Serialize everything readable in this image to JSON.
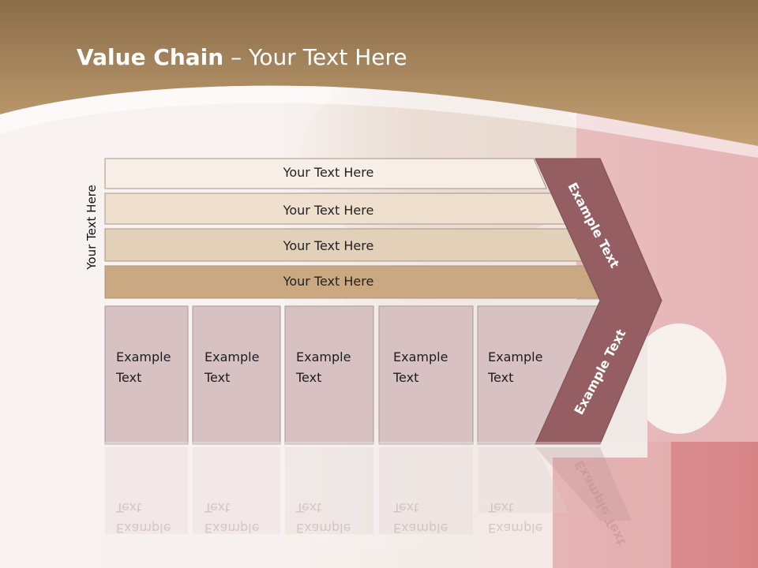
{
  "slide": {
    "title_bold": "Value Chain",
    "title_rest": " – Your Text Here",
    "side_label": "Your Text Here"
  },
  "support_bars": [
    {
      "label": "Your Text Here"
    },
    {
      "label": "Your Text Here"
    },
    {
      "label": "Your Text Here"
    },
    {
      "label": "Your Text Here"
    }
  ],
  "primary_boxes": [
    {
      "line1": "Example",
      "line2": "Text"
    },
    {
      "line1": "Example",
      "line2": "Text"
    },
    {
      "line1": "Example",
      "line2": "Text"
    },
    {
      "line1": "Example",
      "line2": "Text"
    },
    {
      "line1": "Example",
      "line2": "Text"
    }
  ],
  "chevron": {
    "upper_label": "Example Text",
    "lower_label": "Example Text"
  },
  "colors": {
    "header_brown": "#a78459",
    "chevron": "#955e63",
    "box_fill": "#d7c1c3",
    "bar_dark": "#c9a882"
  }
}
